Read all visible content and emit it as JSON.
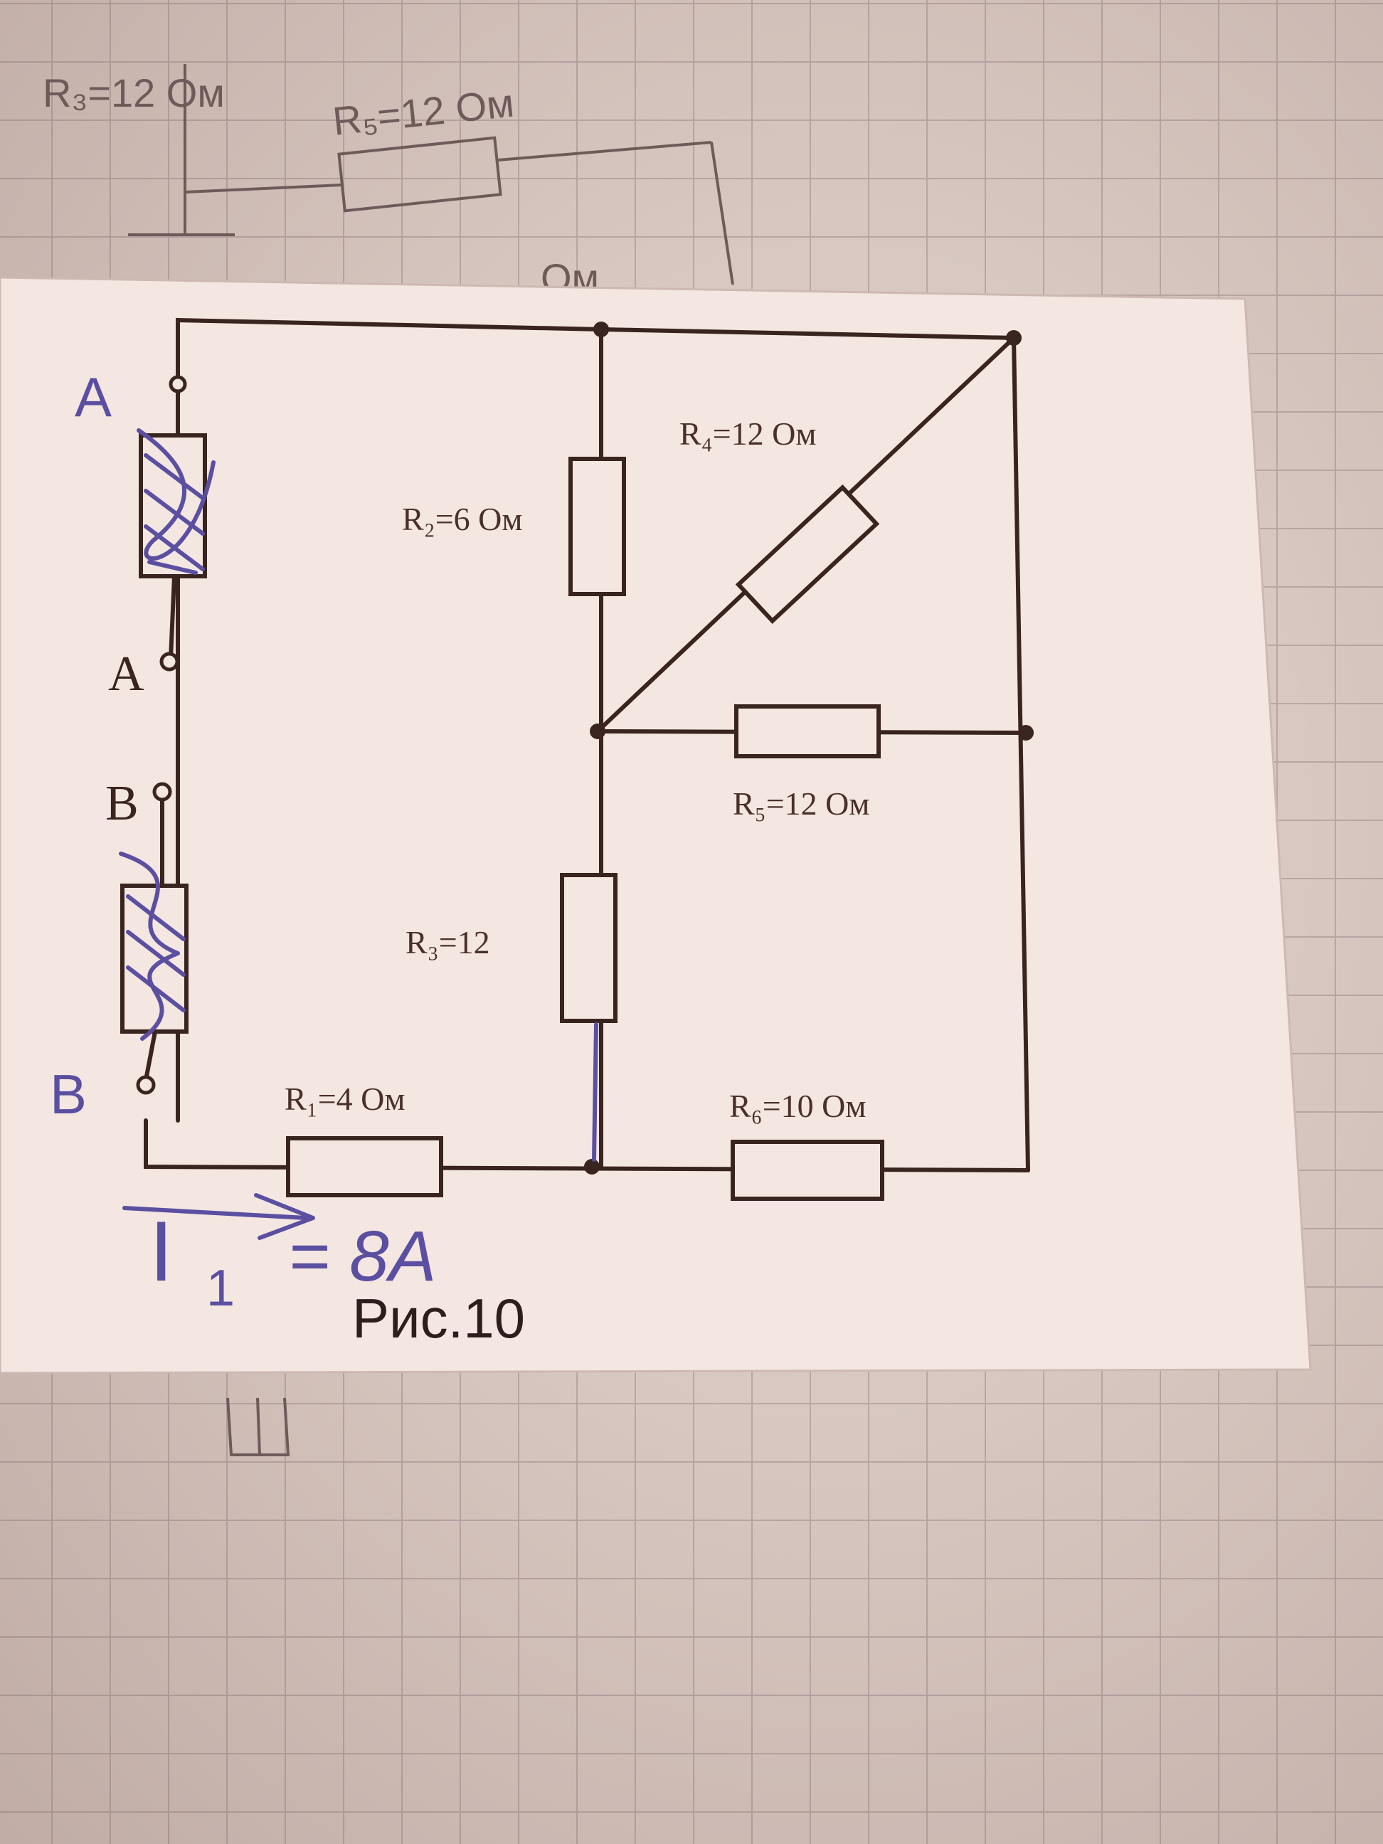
{
  "labels": {
    "r2": "R₂=6 Ом",
    "r4": "R₄=12 Ом",
    "r5": "R₅=12 Ом",
    "r3": "R₃=12",
    "r1": "R₁=4 Ом",
    "r6": "R₆=10 Ом"
  },
  "terminals": {
    "a_top": "A",
    "a_bottom": "A",
    "b_top": "B",
    "b_bottom": "B"
  },
  "annotation": {
    "current_symbol": "I",
    "current_subscript": "1",
    "current_value": "= 8A"
  },
  "caption": "Рис.10",
  "background_notes": {
    "note1": "R₃=12 Ом",
    "note2": "R₅=12 Ом",
    "note3": "Ом"
  },
  "colors": {
    "paper": "#f4e6e1",
    "grid_paper": "#d9c8c2",
    "ink_pen": "#5a4fa0",
    "print": "#3a2420"
  }
}
